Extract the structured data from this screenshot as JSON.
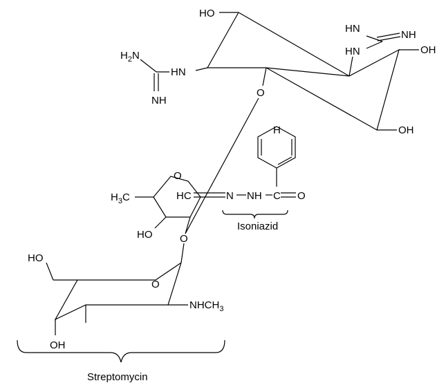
{
  "atom_labels": {
    "ho_top": "HO",
    "hn_guan_top_1": "HN",
    "nh_guan_top": "NH",
    "hn_guan_top_2": "HN",
    "oh_right_upper": "OH",
    "oh_right_lower": "OH",
    "h2n_left": "H",
    "h2n_sub": "2",
    "h2n_n": "N",
    "hn_left": "HN",
    "nh_left": "NH",
    "o_link_upper": "O",
    "o_ring_furanose": "O",
    "h3c": "H",
    "h3c_sub": "3",
    "h3c_c": "C",
    "hc_aldehyde": "HC",
    "n_hydrazone": "N",
    "nh_hydrazone": "NH",
    "c_carbonyl": "C",
    "o_carbonyl": "O",
    "h_benzene": "H",
    "ho_furanose": "HO",
    "o_link_lower": "O",
    "ho_sugar": "HO",
    "o_ring_sugar": "O",
    "nhch": "NHCH",
    "nhch_sub": "3",
    "oh_sugar": "OH"
  },
  "group_labels": {
    "isoniazid": "Isoniazid",
    "streptomycin": "Streptomycin"
  }
}
